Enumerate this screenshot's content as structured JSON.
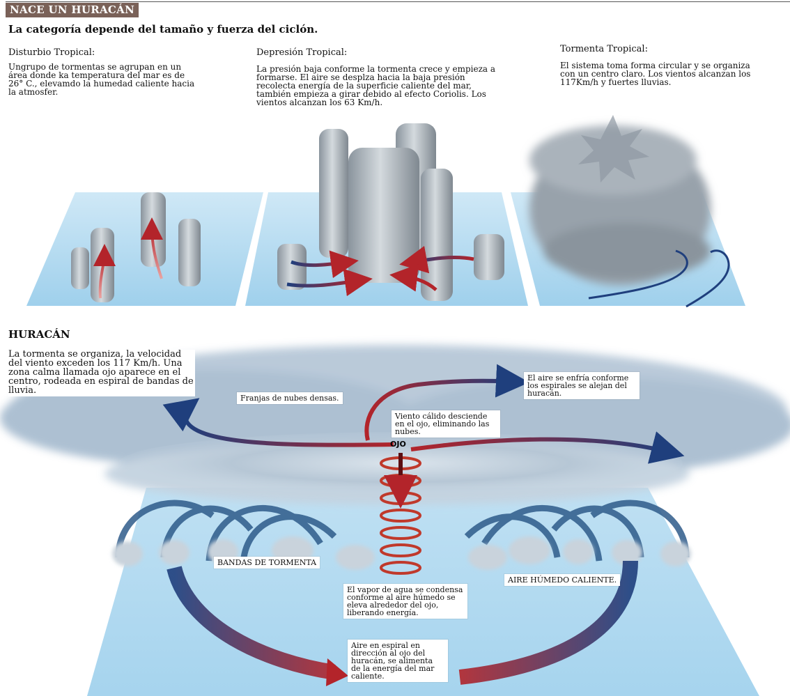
{
  "header": {
    "tag": "NACE UN HURACÁN",
    "subtitle": "La categoría depende del tamaño y fuerza del ciclón."
  },
  "stages": [
    {
      "title": "Disturbio Tropical:",
      "text": "Ungrupo de tormentas se agrupan en un área donde ka temperatura del mar es de 26° C., elevamdo la humedad caliente hacia la atmosfer."
    },
    {
      "title": "Depresión Tropical:",
      "text": "La presión baja conforme la tormenta crece y empieza a formarse. El aire se desplza hacia la baja presión recolecta energía de la superficie caliente del mar, también empieza a girar debido al efecto Coriolis. Los vientos alcanzan los 63 Km/h."
    },
    {
      "title": "Tormenta Tropical:",
      "text": "El sistema toma forma circular y se organiza con un centro claro. Los vientos alcanzan los 117Km/h y fuertes lluvias."
    }
  ],
  "hurricane": {
    "title": "HURACÁN",
    "description": "La tormenta se organiza, la velocidad del viento exceden los 117 Km/h. Una zona calma llamada ojo aparece en el centro, rodeada en espiral de bandas de lluvia.",
    "labels": {
      "dense_clouds": "Franjas de nubes densas.",
      "air_cools": "El aire se enfría conforme los espirales se alejan del huracán.",
      "warm_wind": "Viento cálido desciende en el ojo, eliminando las nubes.",
      "eye": "OJO",
      "storm_bands": "BANDAS DE TORMENTA",
      "warm_humid_air": "AIRE HÚMEDO CALIENTE.",
      "vapor": "El vapor de agua se condensa conforme al aire húmedo se eleva alrededor del ojo, liberando energía.",
      "spiral_air": "Aire en espiral en dirección al ojo del huracán, se alimenta de la energía del mar caliente."
    }
  },
  "colors": {
    "header_tag": "#7a6158",
    "sea": "#a9d6ee",
    "cloud": "#9aa4ad",
    "warm_arrow": "#b3242a",
    "cool_arrow": "#1c3c7a"
  }
}
